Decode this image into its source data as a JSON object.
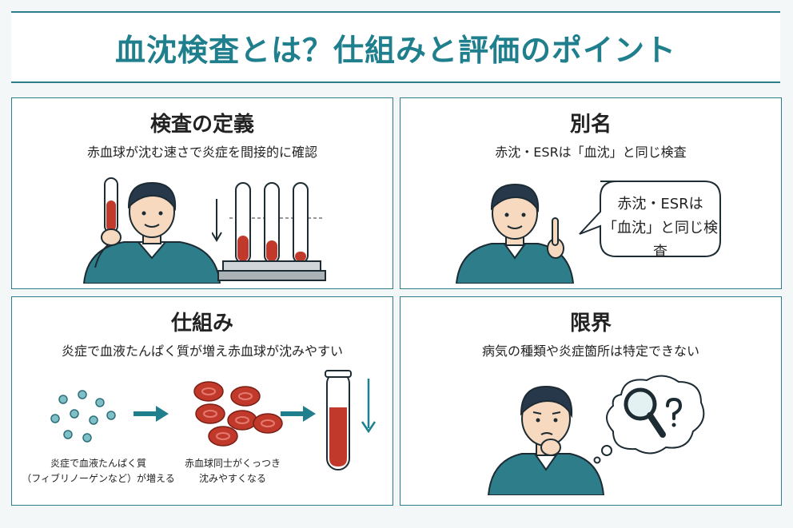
{
  "title": "血沈検査とは？仕組みと評価のポイント",
  "panels": {
    "definition": {
      "heading": "検査の定義",
      "subtitle": "赤血球が沈む速さで炎症を間接的に確認"
    },
    "alias": {
      "heading": "別名",
      "subtitle": "赤沈・ESRは「血沈」と同じ検査",
      "bubble_line1": "赤沈・ESRは",
      "bubble_line2": "「血沈」と同じ検査"
    },
    "mechanism": {
      "heading": "仕組み",
      "subtitle": "炎症で血液たんぱく質が増え赤血球が沈みやすい",
      "caption1_line1": "炎症で血液たんぱく質",
      "caption1_line2": "（フィブリノーゲンなど）が増える",
      "caption2_line1": "赤血球同士がくっつき",
      "caption2_line2": "沈みやすくなる"
    },
    "limitation": {
      "heading": "限界",
      "subtitle": "病気の種類や炎症箇所は特定できない"
    }
  },
  "colors": {
    "accent": "#1f7f8c",
    "blood": "#c0392b",
    "sweater": "#2e7d8a"
  }
}
